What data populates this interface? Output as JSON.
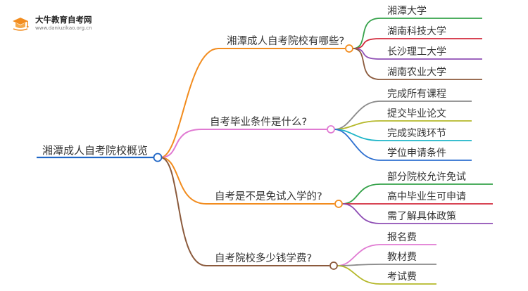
{
  "logo": {
    "title": "大牛教育自考网",
    "url": "www.daniuzikao.org.cn",
    "icon": "graduation-book-icon",
    "color": "#f28c1e"
  },
  "root": {
    "label": "湘潭成人自考院校概览",
    "color": "#1f66c6"
  },
  "branches": [
    {
      "label": "湘潭成人自考院校有哪些?",
      "color": "#f28c1e",
      "children": [
        {
          "label": "湘潭大学",
          "color": "#35a24a"
        },
        {
          "label": "湖南科技大学",
          "color": "#d22a3c"
        },
        {
          "label": "长沙理工大学",
          "color": "#8f4fb5"
        },
        {
          "label": "湖南农业大学",
          "color": "#8b5a3c"
        }
      ]
    },
    {
      "label": "自考毕业条件是什么?",
      "color": "#e07ad2",
      "children": [
        {
          "label": "完成所有课程",
          "color": "#8a8a8a"
        },
        {
          "label": "提交毕业论文",
          "color": "#b5b82a"
        },
        {
          "label": "完成实践环节",
          "color": "#1eb5c8"
        },
        {
          "label": "学位申请条件",
          "color": "#2d6fd0"
        }
      ]
    },
    {
      "label": "自考是不是免试入学的?",
      "color": "#f28c1e",
      "children": [
        {
          "label": "部分院校允许免试",
          "color": "#35a24a"
        },
        {
          "label": "高中毕业生可申请",
          "color": "#d22a3c"
        },
        {
          "label": "需了解具体政策",
          "color": "#8f4fb5"
        }
      ]
    },
    {
      "label": "自考院校多少钱学费?",
      "color": "#8b5a3c",
      "children": [
        {
          "label": "报名费",
          "color": "#e07ad2"
        },
        {
          "label": "教材费",
          "color": "#8a8a8a"
        },
        {
          "label": "考试费",
          "color": "#b5b82a"
        }
      ]
    }
  ]
}
